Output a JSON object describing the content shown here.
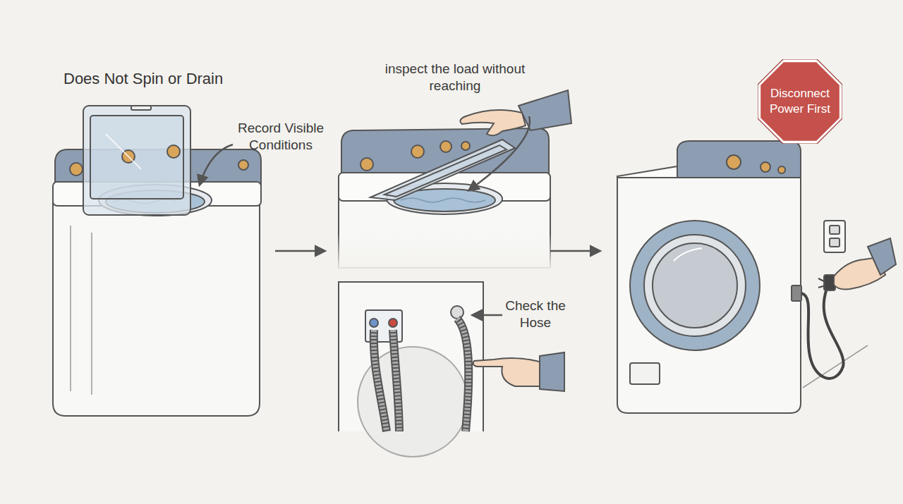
{
  "diagram": {
    "title": "Does Not Spin or Drain",
    "nodes": [
      {
        "text": [
          "Disconnect Power First"
        ]
      }
    ],
    "labels": [
      "Record Visible Conditions",
      "inspect the load without reaching",
      "Check the Hose"
    ]
  }
}
